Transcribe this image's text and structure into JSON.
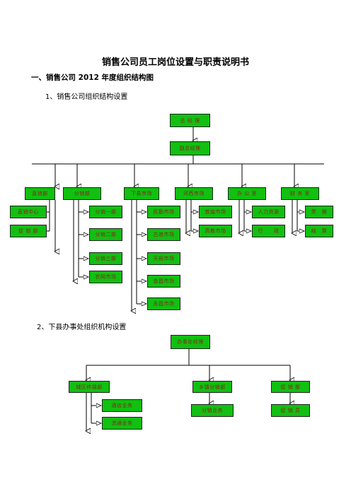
{
  "doc": {
    "title": "销售公司员工岗位设置与职责说明书",
    "section1": "一、销售公司 2012 年度组织结构图",
    "sub1": "1、销售公司组织结构设置",
    "sub2": "2、下县办事处组织机构设置"
  },
  "chart1": {
    "gm": "总 经 理",
    "deputy": "副总经理",
    "depts": [
      "直销部",
      "分销部",
      "下县市场",
      "河西市场",
      "办 公 室",
      "财 务 室"
    ],
    "direct": [
      "直销中心",
      "促 销 部"
    ],
    "dist": [
      "分销一部",
      "分销二部",
      "分销三部",
      "农网市场"
    ],
    "county": [
      "民勤市场",
      "古浪市场",
      "天祝市场",
      "金昌市场",
      "永昌市场"
    ],
    "hexi": [
      "敦煌市场",
      "高教市场"
    ],
    "office": [
      "人力资源",
      "行　　政"
    ],
    "finance": [
      "票　据",
      "结　算"
    ]
  },
  "chart2": {
    "head": "办事处经理",
    "units": [
      "城区终端部",
      "乡镇分销部",
      "促 销 部"
    ],
    "urban": [
      "酒店业务",
      "流通业务"
    ],
    "rural": [
      "分销业务"
    ],
    "promo": [
      "促 销 员"
    ]
  }
}
